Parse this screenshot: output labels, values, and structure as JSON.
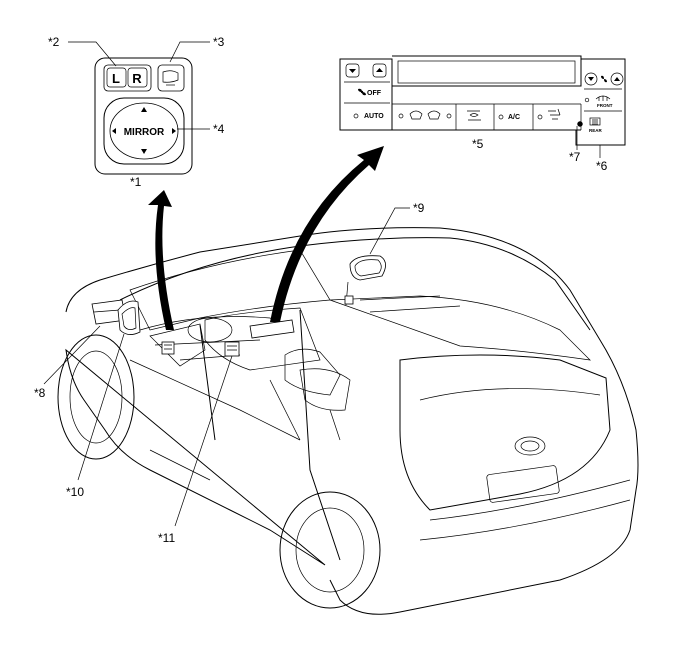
{
  "callouts": {
    "c1": "*1",
    "c2": "*2",
    "c3": "*3",
    "c4": "*4",
    "c5": "*5",
    "c6": "*6",
    "c7": "*7",
    "c8": "*8",
    "c9": "*9",
    "c10": "*10",
    "c11": "*11"
  },
  "mirror_switch": {
    "left_label": "L",
    "right_label": "R",
    "adjust_label": "MIRROR"
  },
  "ac_panel": {
    "fan_off": "OFF",
    "auto": "AUTO",
    "ac": "A/C",
    "front": "FRONT",
    "rear": "REAR"
  }
}
